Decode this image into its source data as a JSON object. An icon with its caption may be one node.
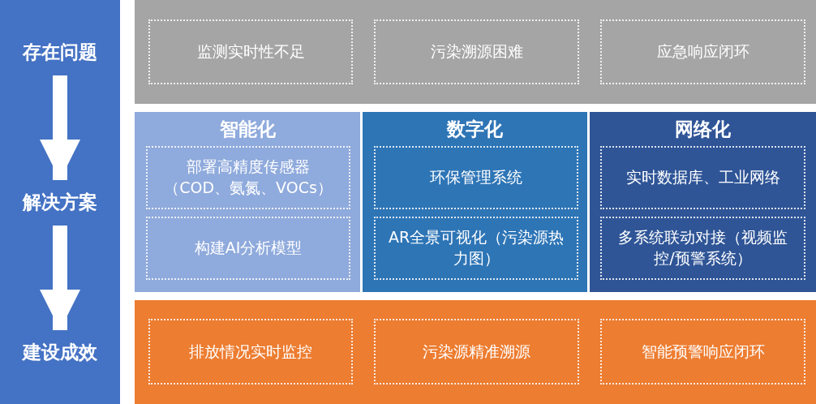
{
  "diagram": {
    "nodes": [
      {
        "text": [],
        "shape": "box"
      },
      {
        "text": [
          "存在问题"
        ],
        "in": 0
      },
      {
        "text": [
          "解决方案"
        ],
        "in": 0
      },
      {
        "text": [
          "建设成效"
        ],
        "in": 0
      },
      {
        "text": [],
        "shape": "box"
      },
      {
        "text": [
          "监测实时性不足"
        ],
        "in": 4
      },
      {
        "text": [
          "污染溯源困难"
        ],
        "in": 4
      },
      {
        "text": [
          "应急响应闭环"
        ],
        "in": 4
      },
      {
        "text": [
          "智能化"
        ]
      },
      {
        "text": [
          "部署高精度传感器（COD、氨氮、VOCs）"
        ],
        "in": 8
      },
      {
        "text": [
          "构建AI分析模型"
        ],
        "in": 8
      },
      {
        "text": [
          "数字化"
        ]
      },
      {
        "text": [
          "环保管理系统"
        ],
        "in": 11
      },
      {
        "text": [
          "AR全景可视化（污染源热力图）"
        ],
        "in": 11
      },
      {
        "text": [
          "网络化"
        ]
      },
      {
        "text": [
          "实时数据库、工业网络"
        ],
        "in": 14
      },
      {
        "text": [
          "多系统联动对接（视频监控/预警系统）"
        ],
        "in": 14
      },
      {
        "text": [],
        "shape": "box"
      },
      {
        "text": [
          "排放情况实时监控"
        ],
        "in": 17
      },
      {
        "text": [
          "污染源精准溯源"
        ],
        "in": 17
      },
      {
        "text": [
          "智能预警响应闭环"
        ],
        "in": 17
      }
    ],
    "edges": [
      {
        "from": 1,
        "to": 2,
        "arrow": "to"
      },
      {
        "from": 2,
        "to": 3,
        "arrow": "to"
      }
    ]
  }
}
